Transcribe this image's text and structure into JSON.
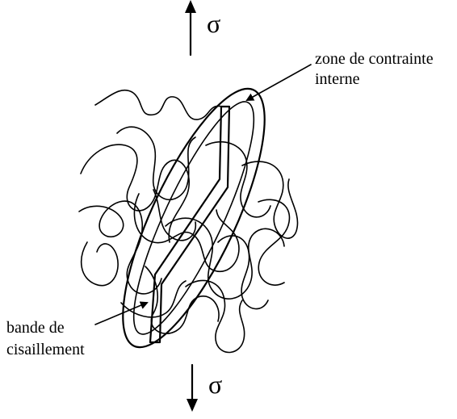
{
  "labels": {
    "stress_top": "σ",
    "stress_bottom": "σ",
    "internal_stress_zone_line1": "zone de contrainte",
    "internal_stress_zone_line2": "interne",
    "shear_band_line1": "bande de",
    "shear_band_line2": "cisaillement"
  },
  "colors": {
    "ink": "#000000",
    "background": "#ffffff"
  }
}
